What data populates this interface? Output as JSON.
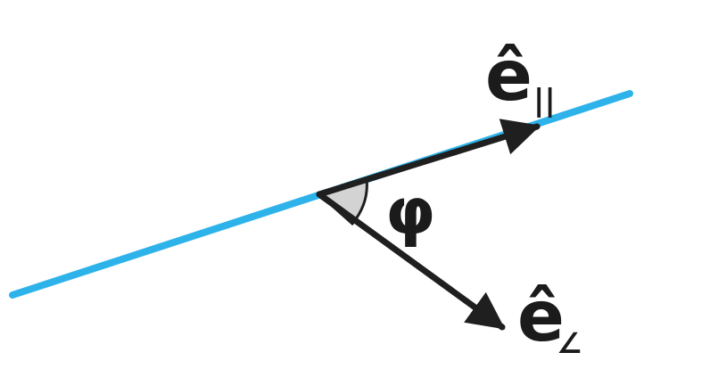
{
  "diagram": {
    "line_color": "#2db3ea",
    "arrow_color": "#1f1f1f",
    "angle_fill": "#d3d3d3",
    "labels": {
      "parallel_symbol": "ê",
      "parallel_subscript": "||",
      "perp_symbol": "ê",
      "perp_subscript": "∠",
      "angle": "φ"
    }
  }
}
